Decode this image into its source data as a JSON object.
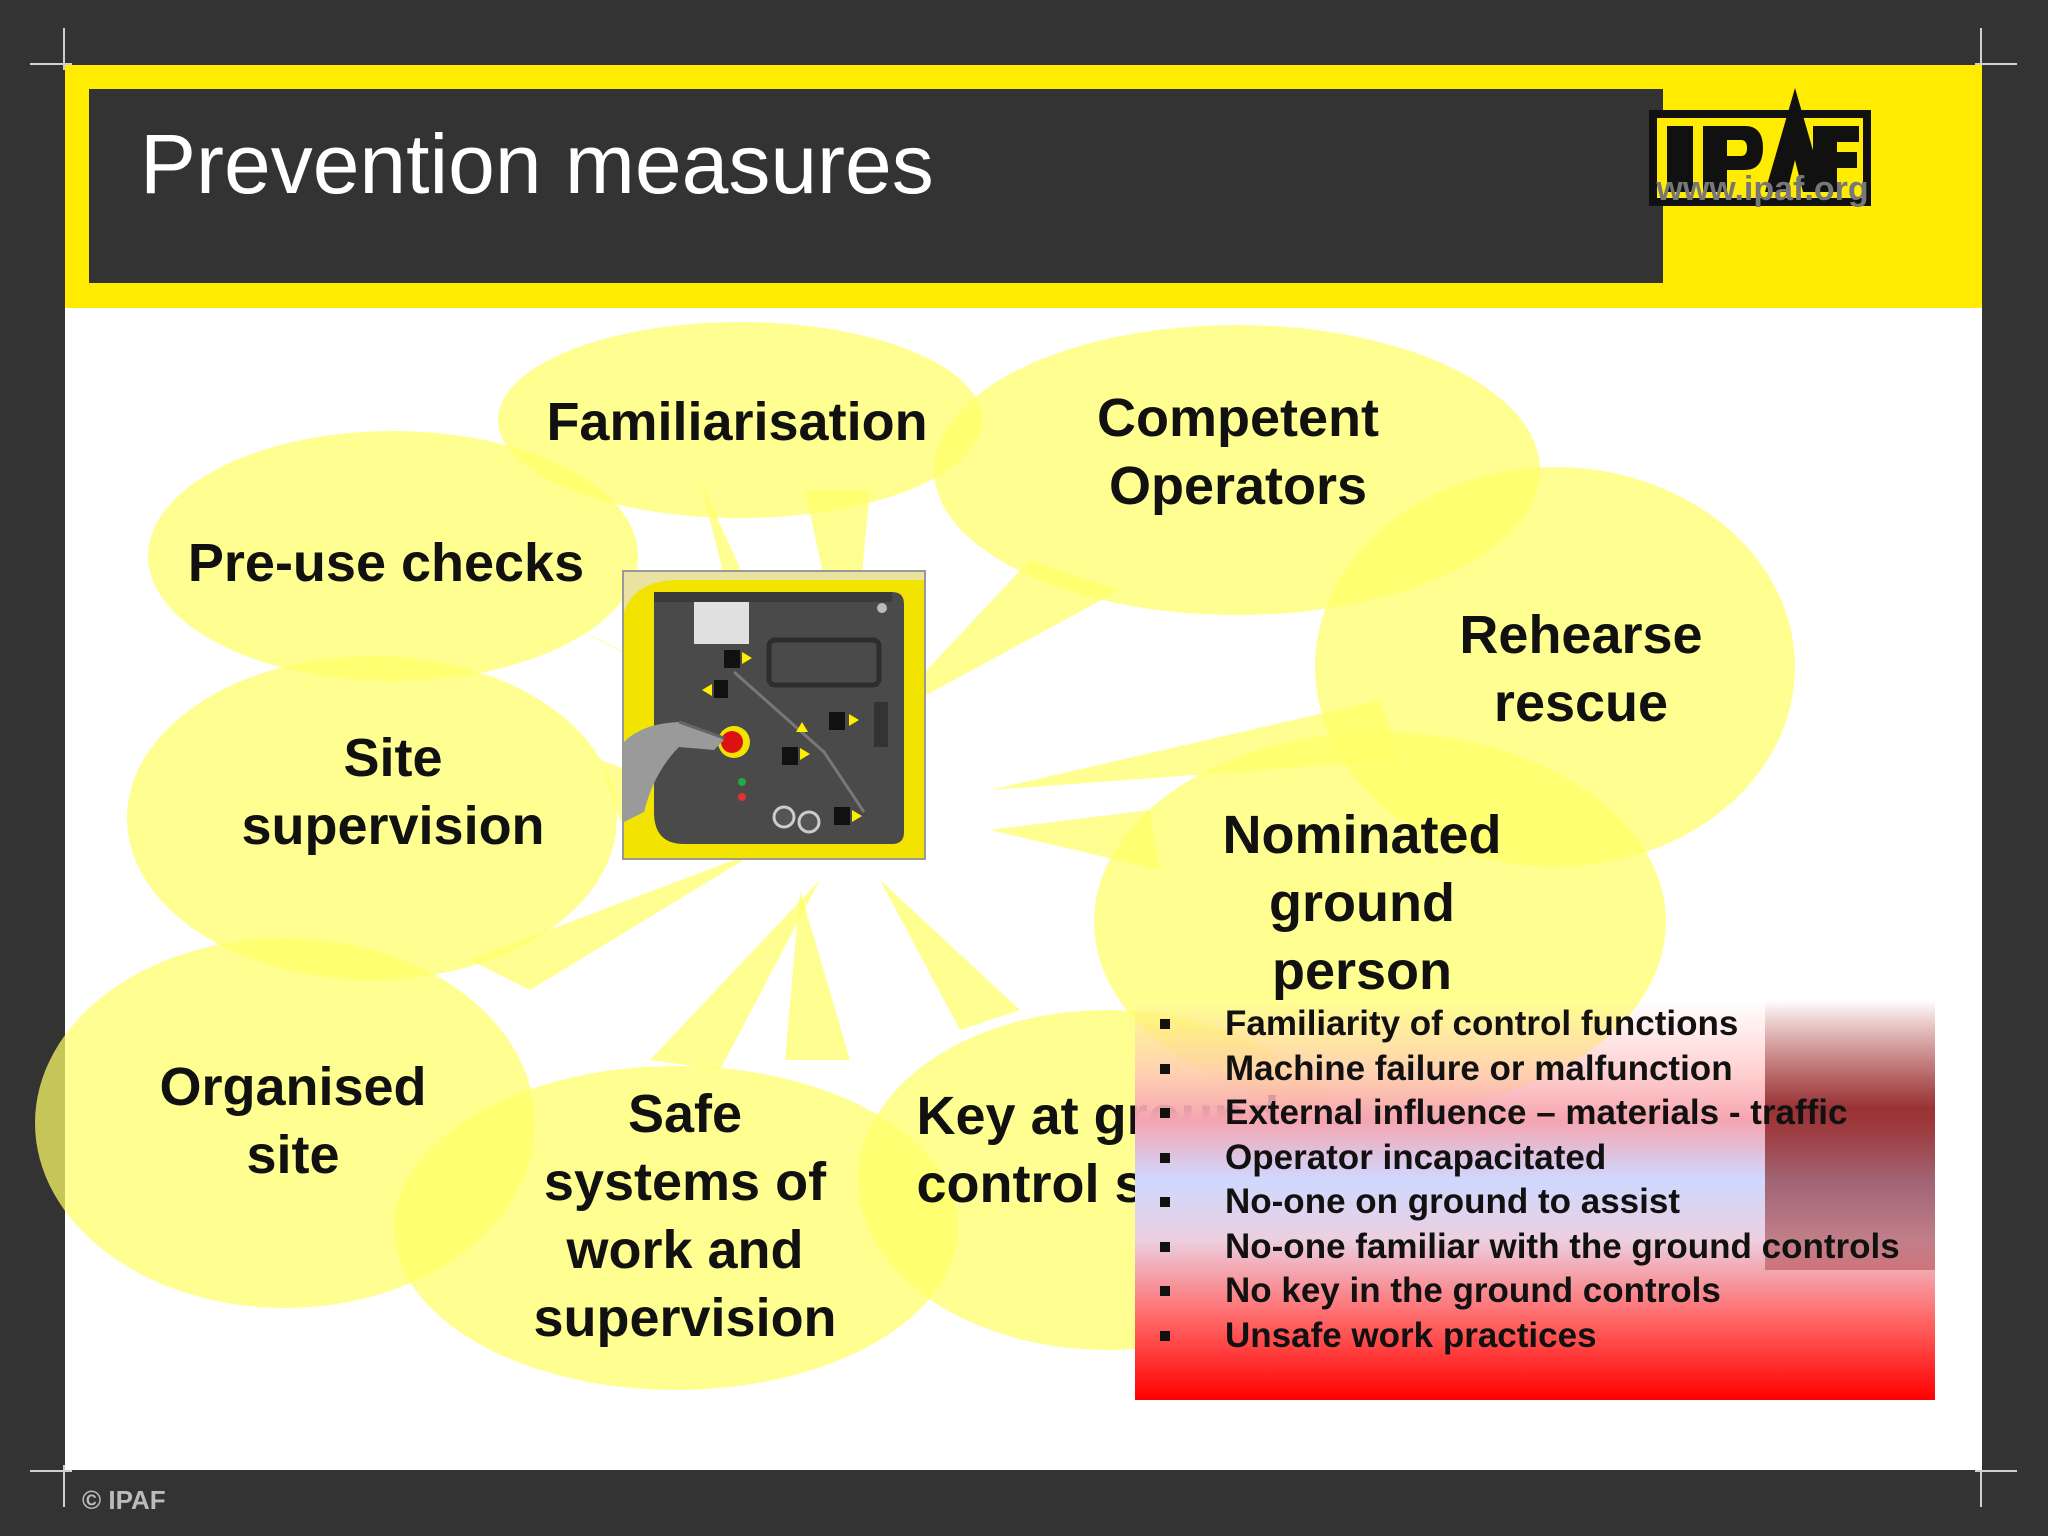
{
  "slide": {
    "title": "Prevention measures",
    "logo_text": "IPAF",
    "logo_url": "www.ipaf.org",
    "footer": "© IPAF"
  },
  "bubbles": [
    {
      "id": "familiarisation",
      "label": "Familiarisation"
    },
    {
      "id": "competent-operators",
      "label": "Competent\nOperators"
    },
    {
      "id": "pre-use-checks",
      "label": "Pre-use checks"
    },
    {
      "id": "rehearse-rescue",
      "label": "Rehearse\nrescue"
    },
    {
      "id": "site-supervision",
      "label": "Site\nsupervision"
    },
    {
      "id": "nominated-ground-person",
      "label": "Nominated\nground\nperson"
    },
    {
      "id": "organised-site",
      "label": "Organised\nsite"
    },
    {
      "id": "safe-systems",
      "label": "Safe\nsystems of\nwork and\nsupervision"
    },
    {
      "id": "key-at-ground",
      "label": "Key at ground\ncontrol station"
    }
  ],
  "risk_factors": [
    "Familiarity of control functions",
    "Machine failure or malfunction",
    "External influence – materials - traffic",
    "Operator incapacitated",
    "No-one on ground to assist",
    "No-one familiar with the ground controls",
    "No key in the ground controls",
    "Unsafe work practices"
  ],
  "colors": {
    "brand_yellow": "#ffec00",
    "title_bar": "#333333",
    "bubble": "#ffff66",
    "risk_red": "#ff0000"
  },
  "icons": {
    "center_image": "ground-control-panel-illustration"
  }
}
